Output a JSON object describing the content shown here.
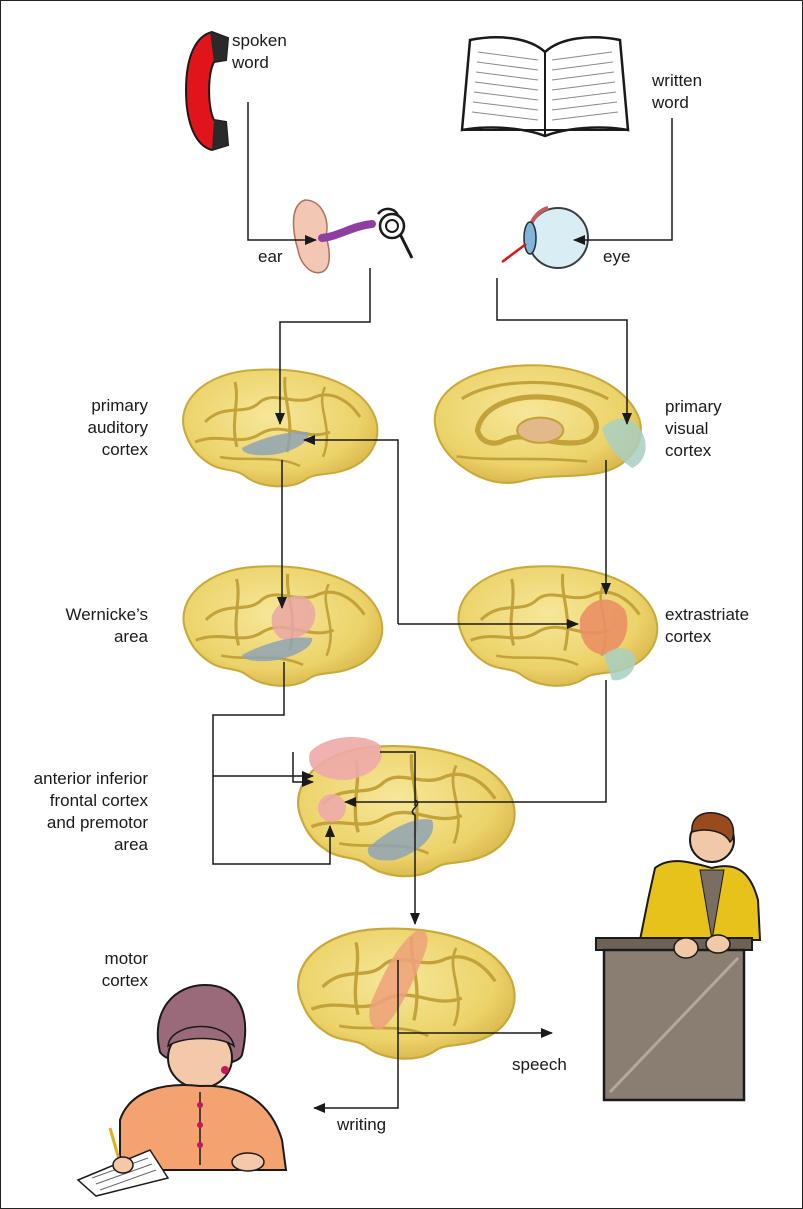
{
  "labels": {
    "spoken_word": [
      "spoken",
      "word"
    ],
    "written_word": [
      "written",
      "word"
    ],
    "ear": "ear",
    "eye": "eye",
    "primary_auditory_cortex": [
      "primary",
      "auditory",
      "cortex"
    ],
    "primary_visual_cortex": [
      "primary",
      "visual",
      "cortex"
    ],
    "wernickes_area": [
      "Wernicke’s",
      "area"
    ],
    "extrastriate_cortex": [
      "extrastriate",
      "cortex"
    ],
    "anterior_inferior_frontal": [
      "anterior inferior",
      "frontal cortex",
      "and premotor",
      "area"
    ],
    "motor_cortex": [
      "motor",
      "cortex"
    ],
    "speech": "speech",
    "writing": "writing"
  },
  "colors": {
    "line": "#1a1a1a",
    "brain": "#ecd36a",
    "brain_dark": "#c9a93a",
    "auditory_region": "#8fa3b5",
    "wernicke_region": "#eaa7a4",
    "visual_region": "#a9cfc2",
    "extrastriate_region": "#ea8f64",
    "frontal_region": "#eeaaa8",
    "motor_region": "#efa17a",
    "phone": "#e0141a",
    "jacket": "#e6c21a",
    "podium": "#8a7e72"
  }
}
